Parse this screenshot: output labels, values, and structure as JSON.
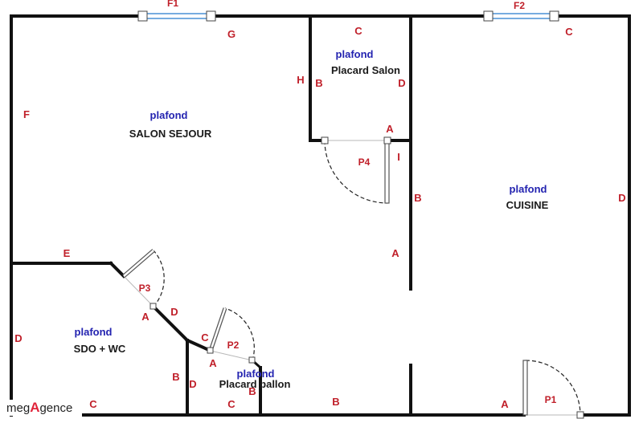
{
  "rooms": {
    "salon": {
      "ceiling": "plafond",
      "name": "SALON SEJOUR"
    },
    "placard_salon": {
      "ceiling": "plafond",
      "name": "Placard Salon"
    },
    "cuisine": {
      "ceiling": "plafond",
      "name": "CUISINE"
    },
    "sdo": {
      "ceiling": "plafond",
      "name": "SDO + WC"
    },
    "placard_ballon": {
      "ceiling": "plafond",
      "name": "Placard ballon"
    }
  },
  "windows": {
    "f1": "F1",
    "f2": "F2"
  },
  "doors": {
    "p1": "P1",
    "p2": "P2",
    "p3": "P3",
    "p4": "P4"
  },
  "walls": {
    "salon_top": "G",
    "salon_left": "F",
    "salon_lower_left": "E",
    "placard_top": "C",
    "placard_left_outer": "H",
    "placard_left": "B",
    "placard_right": "D",
    "placard_bottom": "A",
    "partition": "I",
    "kitchen_left": "B",
    "salon_right": "A",
    "kitchen_top": "C",
    "kitchen_right": "D",
    "kitchen_bottom": "A",
    "salon_bottom": "B",
    "sdo_left": "D",
    "sdo_bottom": "C",
    "sdo_diag_upper": "A",
    "sdo_diag_lower": "D",
    "sdo_right": "B",
    "ballon_left": "D",
    "ballon_top": "C",
    "ballon_top_right": "A",
    "ballon_bottom": "C",
    "ballon_right": "B"
  },
  "logo": {
    "prefix": "meg",
    "accent": "A",
    "suffix": "gence"
  },
  "colors": {
    "wall": "#111111",
    "label_red": "#c0202a",
    "label_blue": "#2323b0",
    "window_glass": "#4a90d6"
  }
}
